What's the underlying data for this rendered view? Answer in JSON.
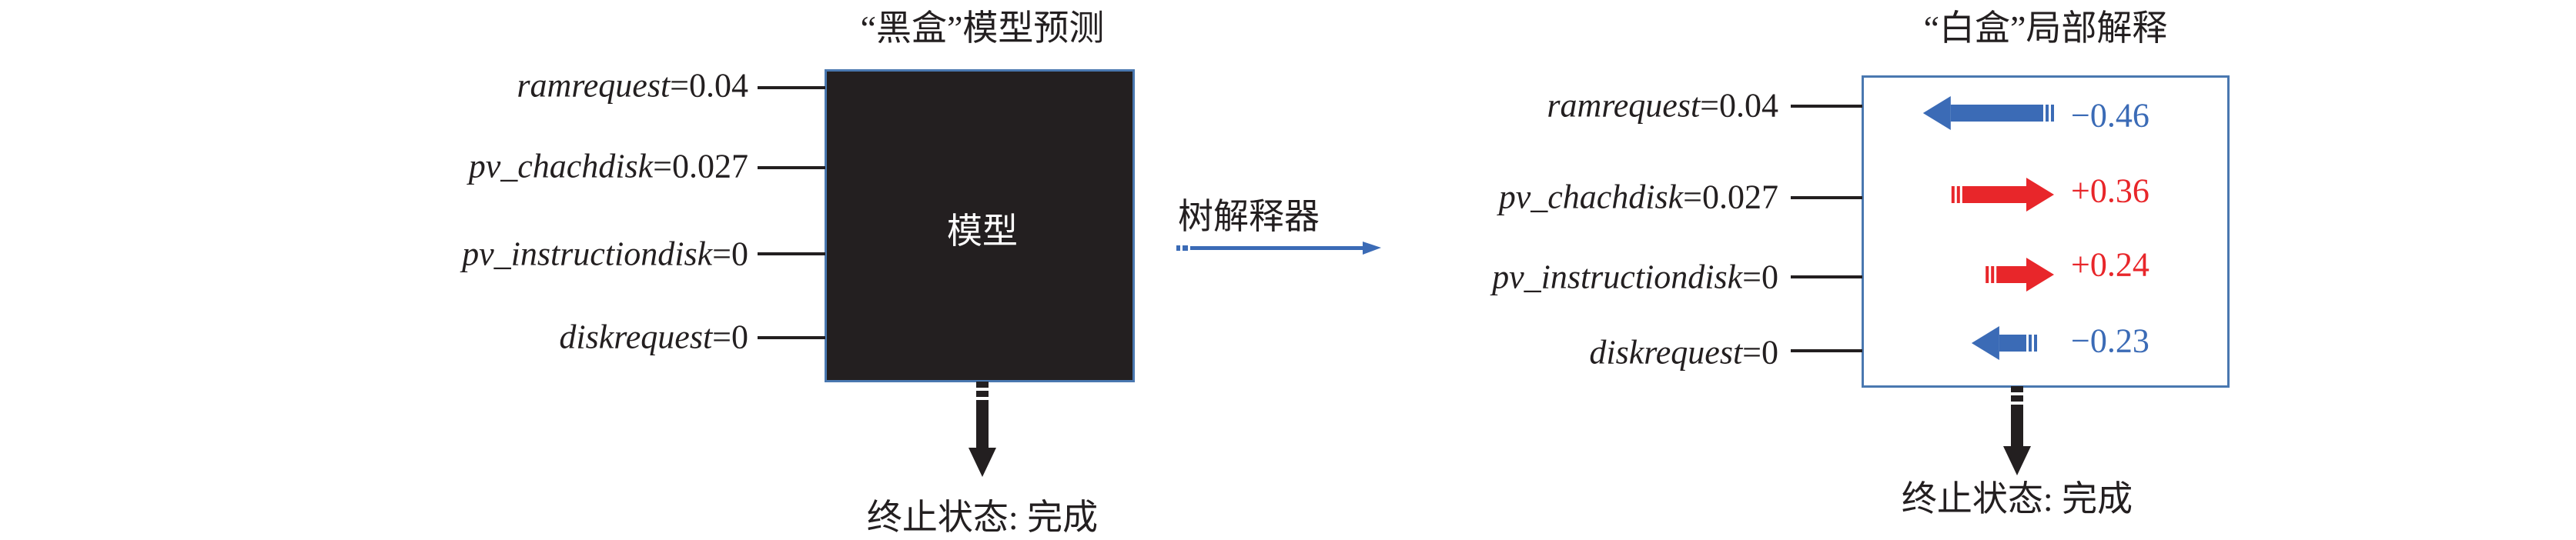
{
  "left_panel": {
    "title": "“黑盒”模型预测",
    "model_label": "模型",
    "features": [
      {
        "name": "ramrequest",
        "value": "=0.04"
      },
      {
        "name": "pv_chachdisk",
        "value": "=0.027"
      },
      {
        "name": "pv_instructiondisk",
        "value": "=0"
      },
      {
        "name": "diskrequest",
        "value": "=0"
      }
    ],
    "outcome": "终止状态: 完成"
  },
  "explainer": {
    "label": "树解释器"
  },
  "right_panel": {
    "title": "“白盒”局部解释",
    "features": [
      {
        "name": "ramrequest",
        "value": "=0.04"
      },
      {
        "name": "pv_chachdisk",
        "value": "=0.027"
      },
      {
        "name": "pv_instructiondisk",
        "value": "=0"
      },
      {
        "name": "diskrequest",
        "value": "=0"
      }
    ],
    "contributions": [
      {
        "text": "−0.46",
        "value": -0.46
      },
      {
        "text": "+0.36",
        "value": 0.36
      },
      {
        "text": "+0.24",
        "value": 0.24
      },
      {
        "text": "−0.23",
        "value": -0.23
      }
    ],
    "outcome": "终止状态: 完成"
  },
  "colors": {
    "positive": "#e8262a",
    "negative": "#3b6bb6",
    "box_border": "#4a78b0",
    "black_box": "#231f20"
  }
}
